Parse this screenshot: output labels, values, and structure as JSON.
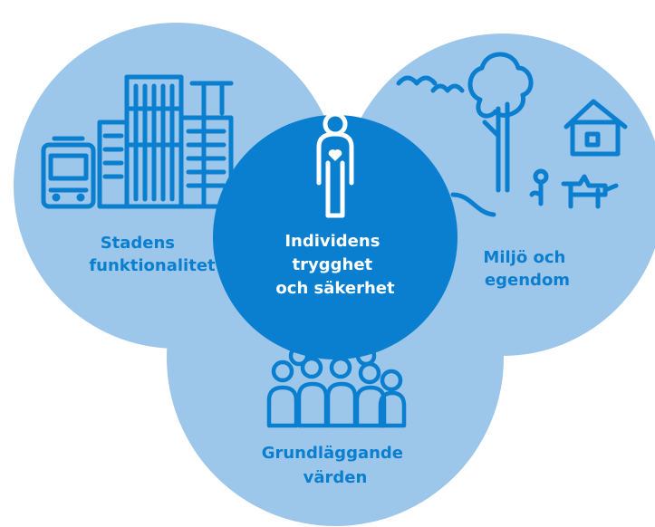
{
  "colors": {
    "outer_circle": "#9cc6ea",
    "center_circle": "#0a7fcf",
    "icon": "#0a7fcf",
    "outer_label": "#0a7fcf",
    "center_label": "#ffffff"
  },
  "center": {
    "icon": "person-heart-icon",
    "label_lines": [
      "Individens",
      "trygghet",
      "och säkerhet"
    ]
  },
  "circles": {
    "left": {
      "icon": "city-buildings-bus-icon",
      "label_lines": [
        "Stadens",
        "funktionalitet"
      ]
    },
    "right": {
      "icon": "tree-house-dog-birds-icon",
      "label_lines": [
        "Miljö och",
        "egendom"
      ]
    },
    "bottom": {
      "icon": "crowd-people-icon",
      "label_lines": [
        "Grundläggande",
        "värden"
      ]
    }
  }
}
